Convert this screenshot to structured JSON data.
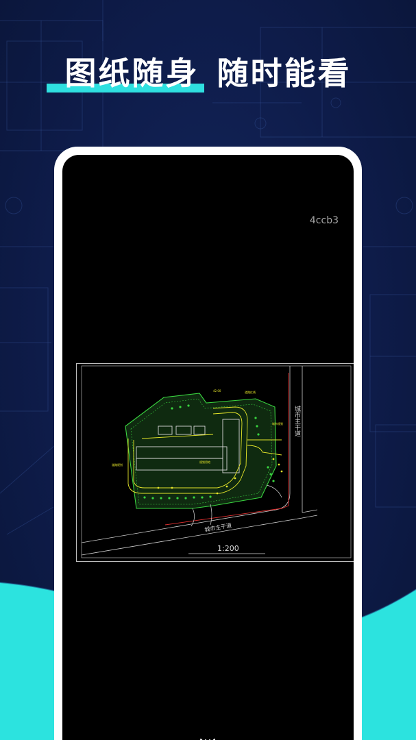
{
  "headline": {
    "part1": "图纸随身",
    "part2": "随时能看"
  },
  "viewer": {
    "file_id": "4ccb3",
    "scale": "1:200",
    "road_label_right": "城市主干道",
    "road_label_bottom": "城市主干道"
  },
  "icons": {
    "collapse": "collapse-arrows-icon"
  },
  "colors": {
    "accent": "#2fe0e0",
    "background": "#0e1c4a",
    "cad_green": "#39d33f",
    "cad_yellow": "#e6e62a",
    "cad_white": "#d8d8d8"
  }
}
